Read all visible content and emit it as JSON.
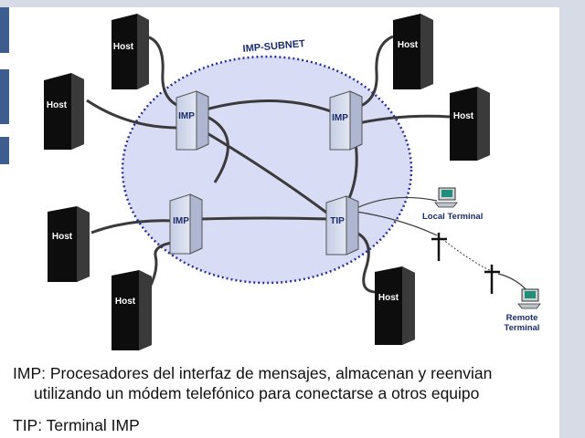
{
  "diagram": {
    "subnet_label": "IMP-SUBNET",
    "host_label": "Host",
    "imp_label": "IMP",
    "tip_label": "TIP",
    "local_terminal_label": "Local Terminal",
    "remote_terminal_label_line1": "Remote",
    "remote_terminal_label_line2": "Terminal",
    "colors": {
      "subnet_fill": "#d9dcf5",
      "subnet_border": "#2b2f9e",
      "host_box": "#0d0d0d",
      "imp_box": "#dde3f2",
      "cable": "#3a3a3a"
    }
  },
  "captions": {
    "imp_line1": "IMP: Procesadores del interfaz de mensajes, almacenan y reenvian",
    "imp_line2": "utilizando un módem telefónico para conectarse a otros equipo",
    "tip_line": "TIP: Terminal IMP"
  }
}
